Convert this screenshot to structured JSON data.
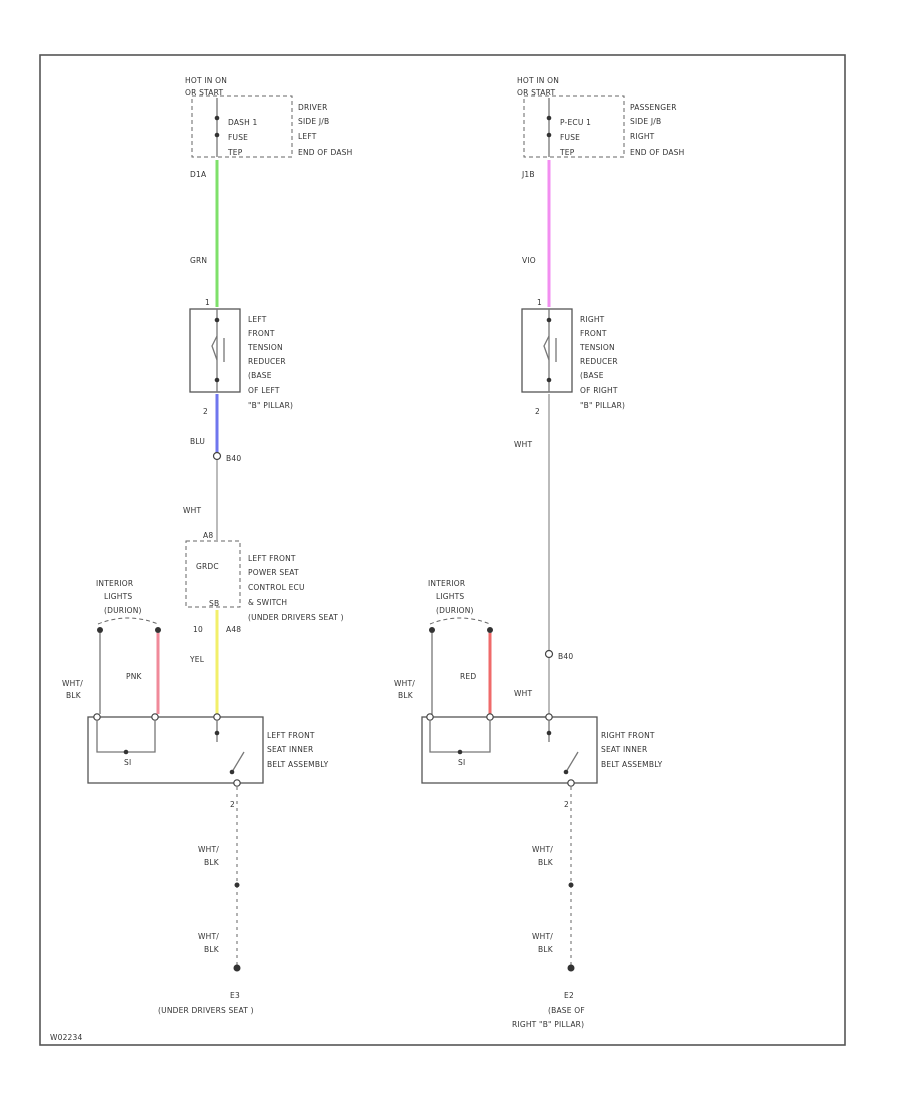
{
  "left": {
    "fuse_block": [
      "HOT IN ON",
      "OR START"
    ],
    "fuse_pins": [
      "DASH 1",
      "FUSE",
      "TEP"
    ],
    "fuse_location": [
      "DRIVER",
      "SIDE J/B",
      "LEFT",
      "END OF DASH"
    ],
    "wire1_pin": "D1A",
    "wire1_color_label": "GRN",
    "wire1_color": "#7ee06a",
    "reducer_pin_top": "1",
    "reducer_name": [
      "LEFT",
      "FRONT",
      "TENSION",
      "REDUCER",
      "(BASE",
      "OF LEFT",
      "\"B\" PILLAR)"
    ],
    "reducer_pin_bottom": "2",
    "wire2_color_label": "BLU",
    "wire2_color": "#6f76ee",
    "connector1_label": "B40",
    "wire3_color_label": "WHT",
    "ecu_pin_top": "A8",
    "ecu_inner": "GRDC",
    "ecu_name": [
      "LEFT FRONT",
      "POWER SEAT",
      "CONTROL ECU",
      "& SWITCH",
      "(UNDER DRIVERS SEAT )"
    ],
    "ecu_pin_bottom": "SB",
    "ecu_pin_num": "10",
    "ecu_connector": "A48",
    "wire4_color_label": "YEL",
    "wire4_color": "#f2ef6a",
    "ils_label": [
      "INTERIOR",
      "LIGHTS",
      "(DURION)"
    ],
    "wire_pnk_label": "PNK",
    "wire_pnk_color": "#f08a9a",
    "wire_wht_blk_label": [
      "WHT/",
      "BLK"
    ],
    "buckle_inner": "SI",
    "buckle_name": [
      "LEFT FRONT",
      "SEAT INNER",
      "BELT ASSEMBLY"
    ],
    "buckle_pin_bottom": "2",
    "ground_wire1": [
      "WHT/",
      "BLK"
    ],
    "ground_wire2": [
      "WHT/",
      "BLK"
    ],
    "ground_id": "E3",
    "ground_location": [
      "(UNDER DRIVERS SEAT )"
    ]
  },
  "right": {
    "fuse_block": [
      "HOT IN ON",
      "OR START"
    ],
    "fuse_pins": [
      "P-ECU 1",
      "FUSE",
      "TEP"
    ],
    "fuse_location": [
      "PASSENGER",
      "SIDE J/B",
      "RIGHT",
      "END OF DASH"
    ],
    "wire1_pin": "J1B",
    "wire1_color_label": "VIO",
    "wire1_color": "#f28ef0",
    "reducer_pin_top": "1",
    "reducer_name": [
      "RIGHT",
      "FRONT",
      "TENSION",
      "REDUCER",
      "(BASE",
      "OF RIGHT",
      "\"B\" PILLAR)"
    ],
    "reducer_pin_bottom": "2",
    "wire2_color_label": "WHT",
    "connector1_label": "B40",
    "wire3_color_label": "WHT",
    "ils_label": [
      "INTERIOR",
      "LIGHTS",
      "(DURION)"
    ],
    "wire_red_label": "RED",
    "wire_red_color": "#ef6a6a",
    "wire_wht_blk_label": [
      "WHT/",
      "BLK"
    ],
    "buckle_inner": "SI",
    "buckle_name": [
      "RIGHT FRONT",
      "SEAT INNER",
      "BELT ASSEMBLY"
    ],
    "buckle_pin_bottom": "2",
    "ground_wire1": [
      "WHT/",
      "BLK"
    ],
    "ground_wire2": [
      "WHT/",
      "BLK"
    ],
    "ground_id": "E2",
    "ground_location": [
      "(BASE OF",
      "RIGHT \"B\" PILLAR)"
    ]
  },
  "footer_code": "W02234"
}
